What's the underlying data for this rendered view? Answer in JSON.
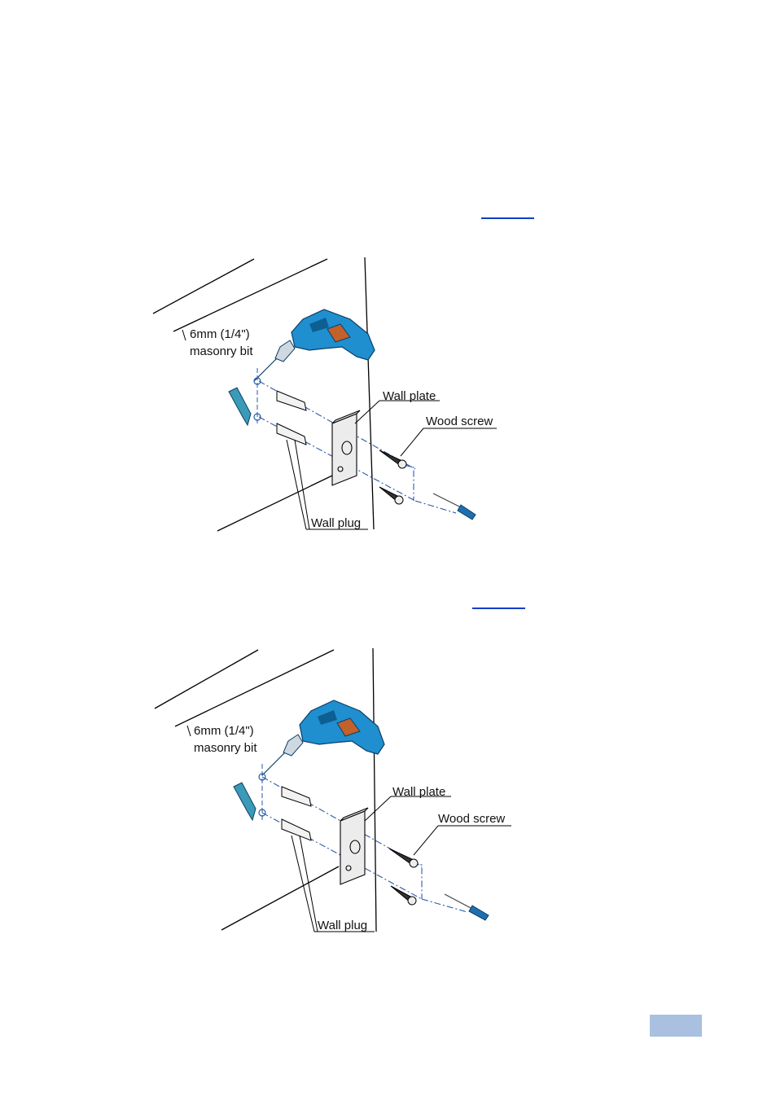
{
  "figures": [
    {
      "labels": {
        "bit_line1": "6mm (1/4\")",
        "bit_line2": "masonry bit",
        "wall_plate": "Wall plate",
        "wood_screw": "Wood screw",
        "wall_plug": "Wall plug"
      }
    },
    {
      "labels": {
        "bit_line1": "6mm (1/4\")",
        "bit_line2": "masonry bit",
        "wall_plate": "Wall plate",
        "wood_screw": "Wood screw",
        "wall_plug": "Wall plug"
      }
    }
  ],
  "colors": {
    "drill_blue": "#1f8fd0",
    "drill_dark": "#0d5f91",
    "drill_orange": "#c2612b",
    "axis_line": "#2a5aa8",
    "link_blue": "#0b3fc9",
    "page_tab": "#a9c0e0"
  }
}
